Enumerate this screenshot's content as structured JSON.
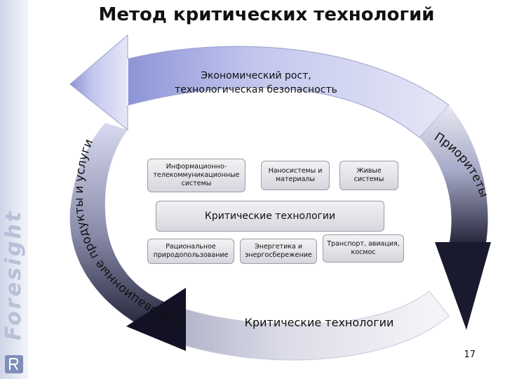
{
  "title": "Метод критических технологий",
  "sidebar": {
    "word": "Foresight"
  },
  "top_caption": {
    "line1": "Экономический рост,",
    "line2": "технологическая безопасность"
  },
  "arc_labels": {
    "left": "Инновационные продукты и услуги",
    "right": "Приоритеты"
  },
  "boxes": {
    "info": "Информационно-телекоммуникационные системы",
    "nano": "Наносистемы и материалы",
    "living": "Живые системы",
    "critical": "Критические технологии",
    "rational": "Рациональное природопользование",
    "energy": "Энергетика и энергосбережение",
    "transport": "Транспорт, авиация, космос"
  },
  "bottom_caption": "Критические технологии",
  "page_number": "17"
}
